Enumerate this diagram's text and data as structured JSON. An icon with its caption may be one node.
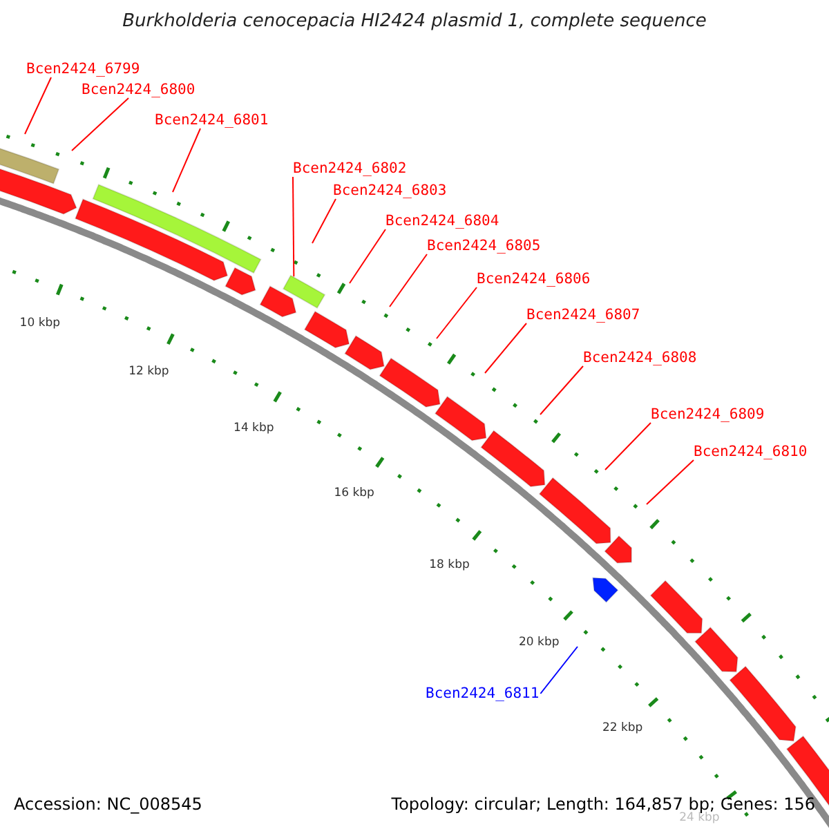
{
  "diagram": {
    "title": "Burkholderia cenocepacia HI2424 plasmid 1, complete sequence",
    "nodes": [
      {
        "text": [
          "Bcen2424_6799"
        ]
      },
      {
        "text": [
          "Bcen2424_6800"
        ]
      },
      {
        "text": [
          "Bcen2424_6801"
        ]
      },
      {
        "text": [
          "Bcen2424_6802"
        ]
      },
      {
        "text": [
          "Bcen2424_6803"
        ]
      },
      {
        "text": [
          "Bcen2424_6804"
        ]
      },
      {
        "text": [
          "Bcen2424_6805"
        ]
      },
      {
        "text": [
          "Bcen2424_6806"
        ]
      },
      {
        "text": [
          "Bcen2424_6807"
        ]
      },
      {
        "text": [
          "Bcen2424_6808"
        ]
      },
      {
        "text": [
          "Bcen2424_6809"
        ]
      },
      {
        "text": [
          "Bcen2424_6810"
        ]
      },
      {
        "text": [
          "Bcen2424_6811"
        ]
      },
      {
        "text": [],
        "shape": "bar"
      }
    ],
    "edges": [
      {
        "from": 0,
        "to": null,
        "arrow": "none"
      },
      {
        "from": 1,
        "to": null,
        "arrow": "none"
      },
      {
        "from": 2,
        "to": null,
        "arrow": "none"
      },
      {
        "from": 3,
        "to": 13,
        "arrow": "none"
      },
      {
        "from": 4,
        "to": null,
        "arrow": "none"
      },
      {
        "from": 5,
        "to": null,
        "arrow": "none"
      },
      {
        "from": 6,
        "to": null,
        "arrow": "none"
      },
      {
        "from": 7,
        "to": null,
        "arrow": "none"
      },
      {
        "from": 8,
        "to": null,
        "arrow": "none"
      },
      {
        "from": 9,
        "to": null,
        "arrow": "none"
      },
      {
        "from": 10,
        "to": null,
        "arrow": "none"
      },
      {
        "from": 11,
        "to": null,
        "arrow": "none"
      },
      {
        "from": 12,
        "to": null,
        "arrow": "none",
        "color": "#0000ff"
      }
    ],
    "labels": [
      "10 kbp",
      "12 kbp",
      "14 kbp",
      "16 kbp",
      "18 kbp",
      "20 kbp",
      "22 kbp",
      "24 kbp",
      "Accession: NC_008545",
      "Topology: circular; Length: 164,857 bp; Genes: 156"
    ]
  }
}
